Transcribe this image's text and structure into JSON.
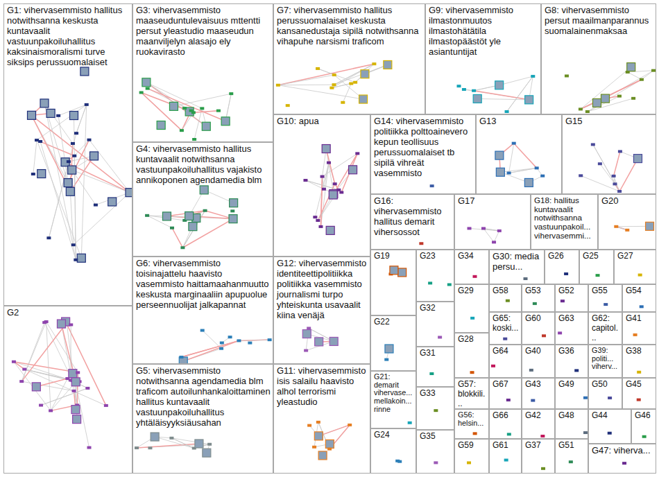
{
  "diagram": {
    "nodes": [
      {
        "text": [
          "G1: vihervasemmisto hallitus notwithsanna keskusta kuntavaalit vastuunpakoiluhallitus kaksinaismoralismi turve siksips perussuomalaiset"
        ]
      },
      {
        "text": [
          "G3: vihervasemmisto maaseuduntulevaisuus mttentti persut yleastudio maaseudun maanviljelyn alasajo ely ruokavirasto"
        ]
      },
      {
        "text": [
          "G7: vihervasemmisto hallitus perussuomalaiset keskusta kansanedustaja sipilä notwithsanna vihapuhe narsismi traficom"
        ]
      },
      {
        "text": [
          "G9: vihervasemmisto ilmastonmuutos ilmastohätätila ilmastopäästöt yle asiantuntijat"
        ]
      },
      {
        "text": [
          "G8: vihervasemmisto persut maailmanparannus suomalainenmaksaa"
        ]
      },
      {
        "text": [
          "G4: vihervasemmisto hallitus kuntavaalit notwithsanna vastuunpakoiluhallitus vajakisto annikoponen agendamedia blm"
        ]
      },
      {
        "text": [
          "G10: apua"
        ]
      },
      {
        "text": [
          "G14: vihervasemmisto politiikka polttoainevero kepun teollisuus perussuomalaiset tb sipilä vihreät vasemmisto"
        ]
      },
      {
        "text": [
          "G13"
        ]
      },
      {
        "text": [
          "G15"
        ]
      },
      {
        "text": [
          "G16: vihervasemmisto hallitus demarit vihersossot"
        ]
      },
      {
        "text": [
          "G17"
        ]
      },
      {
        "text": [
          "G18: hallitus kuntavaalit notwithsanna vastuunpakoil... vihervasemmi..."
        ]
      },
      {
        "text": [
          "G20"
        ]
      },
      {
        "text": [
          "G6: vihervasemmisto toisinajattelu haavisto vasemmisto haittamaahanmuutto keskusta marginaaliin apupuolue perseennuolijat jalkapannat"
        ]
      },
      {
        "text": [
          "G12: vihervasemmisto identiteettipolitiikka politiikka vasemmisto journalismi turpo yhteiskunta usavaalit kiina venäjä"
        ]
      },
      {
        "text": [
          "G19"
        ]
      },
      {
        "text": [
          "G23"
        ]
      },
      {
        "text": [
          "G34"
        ]
      },
      {
        "text": [
          "G30: media persu..."
        ]
      },
      {
        "text": [
          "G26"
        ]
      },
      {
        "text": [
          "G25"
        ]
      },
      {
        "text": [
          "G27"
        ]
      },
      {
        "text": [
          "G29"
        ]
      },
      {
        "text": [
          "G58"
        ]
      },
      {
        "text": [
          "G53"
        ]
      },
      {
        "text": [
          "G52"
        ]
      },
      {
        "text": [
          "G55"
        ]
      },
      {
        "text": [
          "G54"
        ]
      },
      {
        "text": [
          "G65: koski..."
        ]
      },
      {
        "text": [
          "G60"
        ]
      },
      {
        "text": [
          "G63"
        ]
      },
      {
        "text": [
          "G62: capitol..."
        ]
      },
      {
        "text": [
          "G41"
        ]
      },
      {
        "text": [
          "G22"
        ]
      },
      {
        "text": [
          "G32"
        ]
      },
      {
        "text": [
          "G28"
        ]
      },
      {
        "text": [
          "G31"
        ]
      },
      {
        "text": [
          "G64"
        ]
      },
      {
        "text": [
          "G40"
        ]
      },
      {
        "text": [
          "G36"
        ]
      },
      {
        "text": [
          "G39: politi... viherv..."
        ]
      },
      {
        "text": [
          "G38"
        ]
      },
      {
        "text": [
          "G21: demarit vihervase... mellakoin... rinne"
        ]
      },
      {
        "text": [
          "G33"
        ]
      },
      {
        "text": [
          "G57: blokkili..."
        ]
      },
      {
        "text": [
          "G67"
        ]
      },
      {
        "text": [
          "G43"
        ]
      },
      {
        "text": [
          "G49"
        ]
      },
      {
        "text": [
          "G50"
        ]
      },
      {
        "text": [
          "G45"
        ]
      },
      {
        "text": [
          "G2"
        ]
      },
      {
        "text": [
          "G5: vihervasemmisto notwithsanna agendamedia blm traficom autoilunhankaloittaminen hallitus kuntavaalit vastuunpakoiluhallitus yhtäläisyyksiäusahan"
        ]
      },
      {
        "text": [
          "G11: vihervasemmisto isis salailu haavisto alhol terrorismi yleastudio"
        ]
      },
      {
        "text": [
          "G24"
        ]
      },
      {
        "text": [
          "G35"
        ]
      },
      {
        "text": [
          "G56: helsin..."
        ]
      },
      {
        "text": [
          "G66"
        ]
      },
      {
        "text": [
          "G42"
        ]
      },
      {
        "text": [
          "G48"
        ]
      },
      {
        "text": [
          "G44"
        ]
      },
      {
        "text": [
          "G46"
        ]
      },
      {
        "text": [
          "G59"
        ]
      },
      {
        "text": [
          "G61"
        ]
      },
      {
        "text": [
          "G37"
        ]
      },
      {
        "text": [
          "G51"
        ]
      },
      {
        "text": [
          "G47: viherva..."
        ]
      }
    ]
  }
}
